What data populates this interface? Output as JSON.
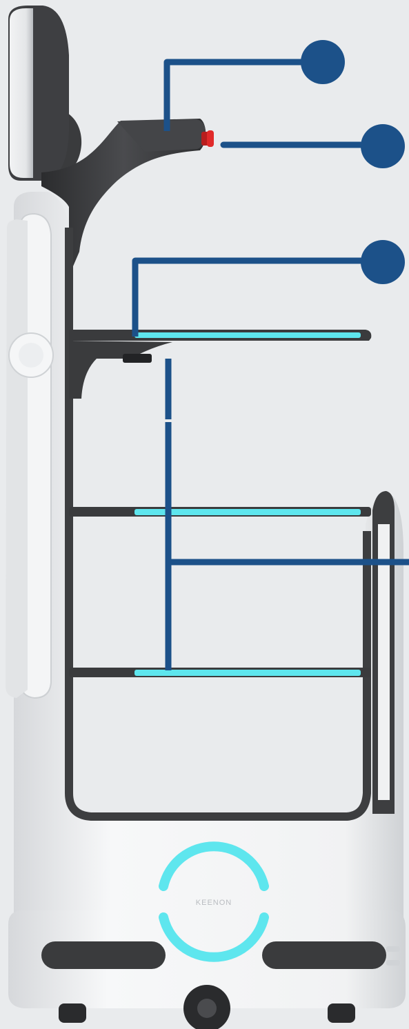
{
  "robot": {
    "brand_text": "KEENON"
  },
  "colors": {
    "background": "#e9ebed",
    "callout": "#1c5189",
    "tray_light": "#5ee6ee",
    "body_dark": "#3d3e40",
    "shell": "#f3f4f5",
    "stop_button": "#e02a2a"
  },
  "callouts": [
    {
      "target": "handle"
    },
    {
      "target": "emergency-stop-button"
    },
    {
      "target": "top-tray"
    },
    {
      "target": "lower-trays"
    }
  ]
}
